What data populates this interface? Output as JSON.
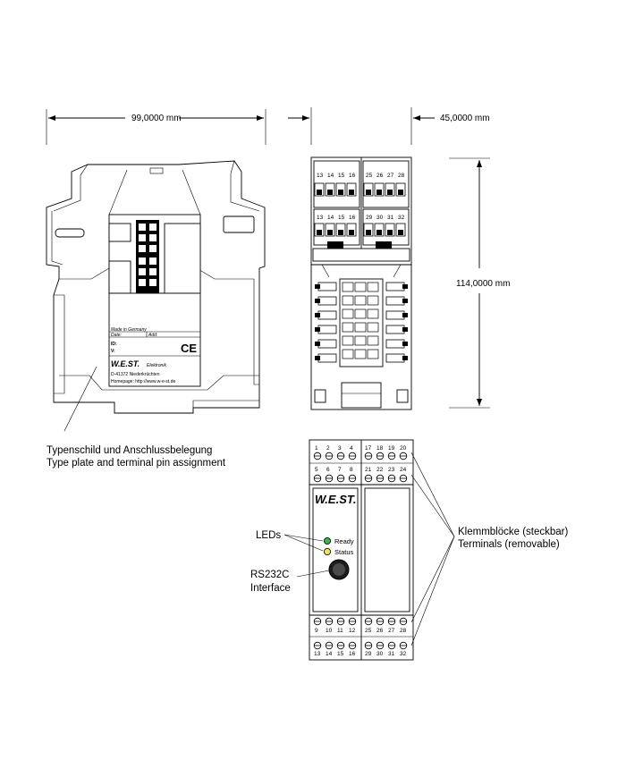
{
  "dimensions": {
    "width": "99,0000 mm",
    "depth": "45,0000 mm",
    "height": "114,0000 mm"
  },
  "type_plate": {
    "made_in": "Made in Germany",
    "date_label": "Date:",
    "add_label": "Add:",
    "id_label": "ID:",
    "v_label": "V:",
    "ce_mark": "CE",
    "brand": "W.E.ST.",
    "brand_suffix": "Elektronik",
    "address": "D-41372 Niederkrüchten",
    "homepage": "Homepage: http://www.w-e-st.de"
  },
  "labels": {
    "type_plate_de": "Typenschild und Anschlussbelegung",
    "type_plate_en": "Type plate and terminal pin assignment",
    "leds": "LEDs",
    "rs232_line1": "RS232C",
    "rs232_line2": "Interface",
    "terminals_de": "Klemmblöcke (steckbar)",
    "terminals_en": "Terminals (removable)"
  },
  "front_panel": {
    "brand": "W.E.ST.",
    "led_ready": "Ready",
    "led_status": "Status",
    "led_ready_color": "#3cb44b",
    "led_status_color": "#f0e060",
    "top_left_rows": [
      [
        "1",
        "2",
        "3",
        "4"
      ],
      [
        "5",
        "6",
        "7",
        "8"
      ]
    ],
    "top_right_rows": [
      [
        "17",
        "18",
        "19",
        "20"
      ],
      [
        "21",
        "22",
        "23",
        "24"
      ]
    ],
    "bottom_left_rows": [
      [
        "9",
        "10",
        "11",
        "12"
      ],
      [
        "13",
        "14",
        "15",
        "16"
      ]
    ],
    "bottom_right_rows": [
      [
        "25",
        "26",
        "27",
        "28"
      ],
      [
        "29",
        "30",
        "31",
        "32"
      ]
    ]
  },
  "top_view": {
    "row1_left": [
      "13",
      "14",
      "15",
      "16"
    ],
    "row1_right": [
      "25",
      "26",
      "27",
      "28"
    ],
    "row2_left": [
      "13",
      "14",
      "15",
      "16"
    ],
    "row2_right": [
      "29",
      "30",
      "31",
      "32"
    ]
  }
}
